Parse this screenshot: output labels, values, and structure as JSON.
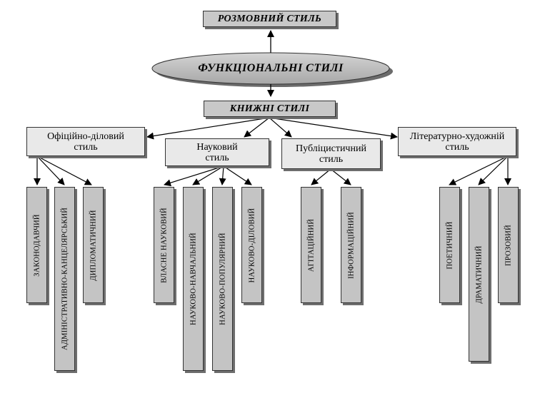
{
  "title": "ФУНКЦІОНАЛЬНІ СТИЛІ",
  "top": "РОЗМОВНИЙ СТИЛЬ",
  "bookish": "КНИЖНІ СТИЛІ",
  "categories": [
    {
      "label": "Офіційно-діловий стиль",
      "children": [
        "ЗАКОНОДАВЧИЙ",
        "АДМІНІСТРАТИВНО-КАНЦЕЛЯРСЬКИЙ",
        "ДИПЛОМАТИЧНИЙ"
      ]
    },
    {
      "label": "Науковий стиль",
      "children": [
        "ВЛАСНЕ НАУКОВИЙ",
        "НАУКОВО-НАВЧАЛЬНИЙ",
        "НАУКОВО-ПОПУЛЯРНИЙ",
        "НАУКОВО-ДІЛОВИЙ"
      ]
    },
    {
      "label": "Публіцистичний стиль",
      "children": [
        "АГІТАЦІЙНИЙ",
        "ІНФОРМАЦІЙНИЙ"
      ]
    },
    {
      "label": "Літературно-художній стиль",
      "children": [
        "ПОЕТИЧНИЙ",
        "ДРАМАТИЧНИЙ",
        "ПРОЗОВИЙ"
      ]
    }
  ]
}
